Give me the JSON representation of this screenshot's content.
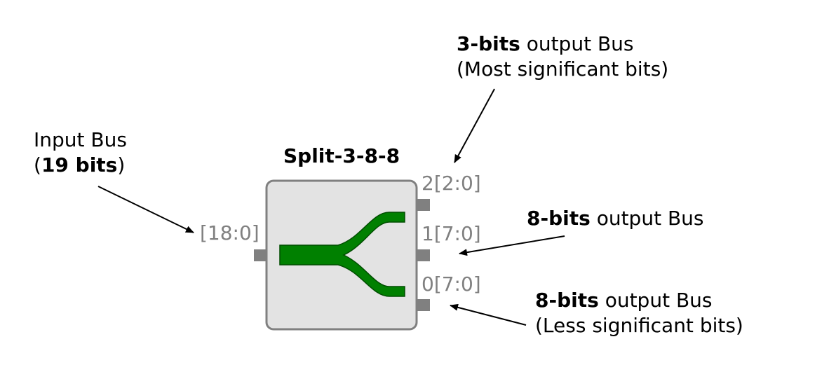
{
  "block": {
    "title": "Split-3-8-8",
    "input_port_label": "[18:0]",
    "output_ports": [
      {
        "label": "2[2:0]"
      },
      {
        "label": "1[7:0]"
      },
      {
        "label": "0[7:0]"
      }
    ]
  },
  "annotations": {
    "input": {
      "line1": "Input Bus",
      "paren_open": "(",
      "bold": "19 bits",
      "paren_close": ")"
    },
    "out_msb": {
      "bold": "3-bits",
      "rest": " output Bus",
      "line2": "(Most significant bits)"
    },
    "out_mid": {
      "bold": "8-bits",
      "rest": " output Bus"
    },
    "out_lsb": {
      "bold": "8-bits",
      "rest": " output Bus",
      "line2": "(Less significant bits)"
    }
  },
  "colors": {
    "block_fill": "#e3e3e3",
    "block_stroke": "#808080",
    "port": "#808080",
    "split_fill": "#008000",
    "split_stroke": "#004d00",
    "label_gray": "#808080"
  }
}
